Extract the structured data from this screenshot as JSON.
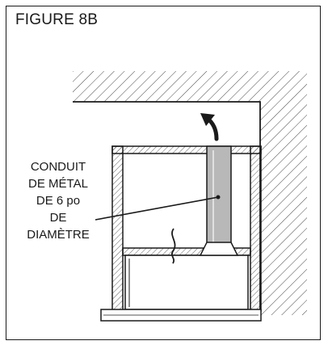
{
  "figure": {
    "title": "FIGURE 8B"
  },
  "callout": {
    "lines": [
      "CONDUIT",
      "DE MÉTAL",
      "DE 6 po",
      "DE",
      "DIAMÈTRE"
    ]
  },
  "icons": {
    "airflow": "curved-arrow-up-icon"
  },
  "colors": {
    "line": "#1a1a1a",
    "duct_fill": "#b8b8b8",
    "background": "#ffffff"
  }
}
